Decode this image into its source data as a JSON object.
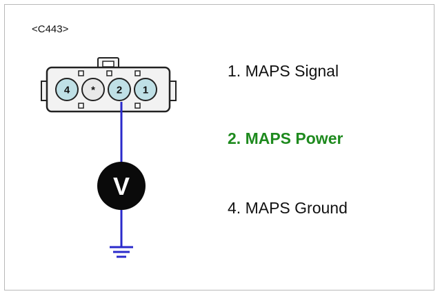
{
  "connector": {
    "id": "<C443>",
    "pins": [
      {
        "label": "4"
      },
      {
        "label": "*"
      },
      {
        "label": "2"
      },
      {
        "label": "1"
      }
    ]
  },
  "meter": {
    "symbol": "V"
  },
  "pin_labels": [
    {
      "text": "1. MAPS Signal",
      "highlighted": false
    },
    {
      "text": "2. MAPS Power",
      "highlighted": true
    },
    {
      "text": "4. MAPS Ground",
      "highlighted": false
    }
  ],
  "colors": {
    "wire": "#2a2acb",
    "highlight": "#1e8a1e",
    "pin_fill": "#bfe0e6",
    "pin_empty": "#e8e8e8",
    "connector_body": "#f2f2f2",
    "meter_body": "#0a0a0a"
  }
}
